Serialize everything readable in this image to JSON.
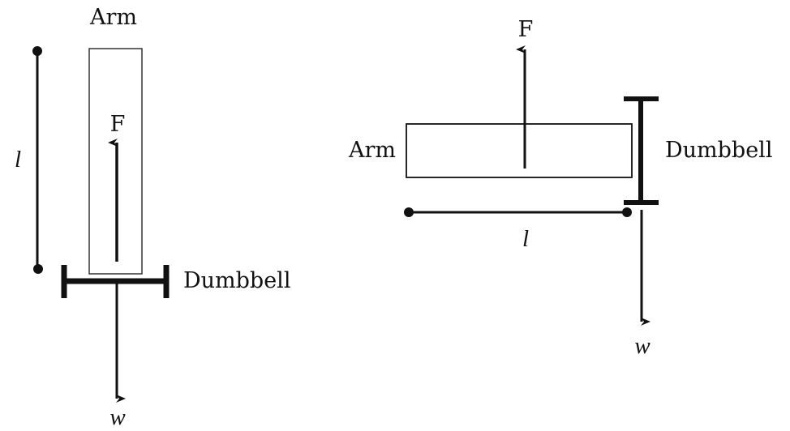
{
  "colors": {
    "stroke": "#111111",
    "background": "#ffffff"
  },
  "left_diagram": {
    "orientation": "vertical",
    "arm_label": "Arm",
    "force_label": "F",
    "length_label": "l",
    "dumbbell_label": "Dumbbell",
    "weight_label": "w"
  },
  "right_diagram": {
    "orientation": "horizontal",
    "arm_label": "Arm",
    "force_label": "F",
    "length_label": "l",
    "dumbbell_label": "Dumbbell",
    "weight_label": "w"
  }
}
